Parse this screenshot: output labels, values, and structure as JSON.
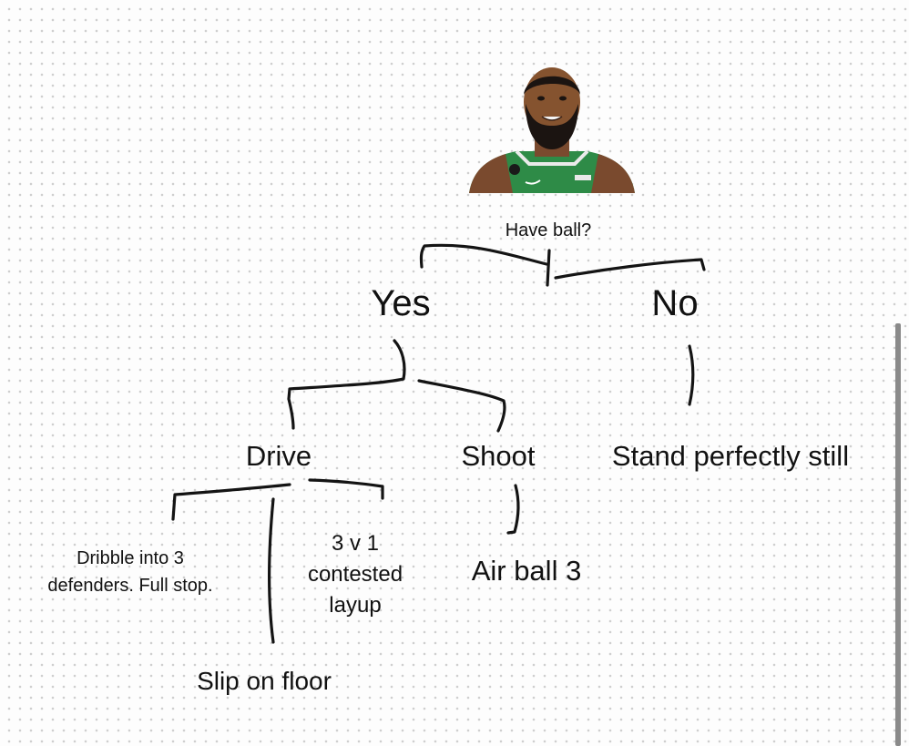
{
  "diagram": {
    "root_question": "Have ball?",
    "branches": {
      "yes": "Yes",
      "no": "No"
    },
    "yes_options": {
      "drive": "Drive",
      "shoot": "Shoot"
    },
    "no_outcome": "Stand perfectly still",
    "drive_outcomes": {
      "dribble": [
        "Dribble into 3",
        "defenders. Full stop."
      ],
      "contested": [
        "3 v 1",
        "contested",
        "layup"
      ],
      "slip": "Slip on floor"
    },
    "shoot_outcome": "Air ball 3"
  },
  "colors": {
    "ink": "#141414",
    "jersey": "#2e8b47",
    "dots": "#cfcfcf"
  }
}
